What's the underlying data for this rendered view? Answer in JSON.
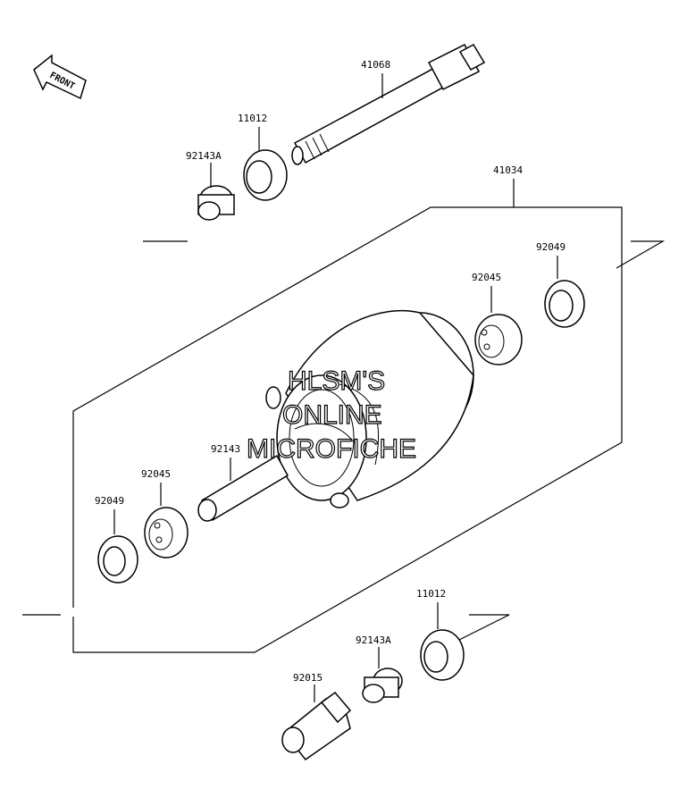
{
  "front_badge": {
    "text": "FRONT"
  },
  "labels": {
    "axle": "41068",
    "bearing_top": "11012",
    "collar_top": "92143A",
    "hub": "41034",
    "seal_right": "92049",
    "bearing_right": "92045",
    "spacer": "92143",
    "bearing_left": "92045",
    "seal_left": "92049",
    "bearing_bottom": "11012",
    "collar_bottom": "92143A",
    "axle_nut": "92015"
  },
  "watermark": {
    "line1": "HLSM'S",
    "line2": "ONLINE",
    "line3": "MICROFICHE"
  }
}
